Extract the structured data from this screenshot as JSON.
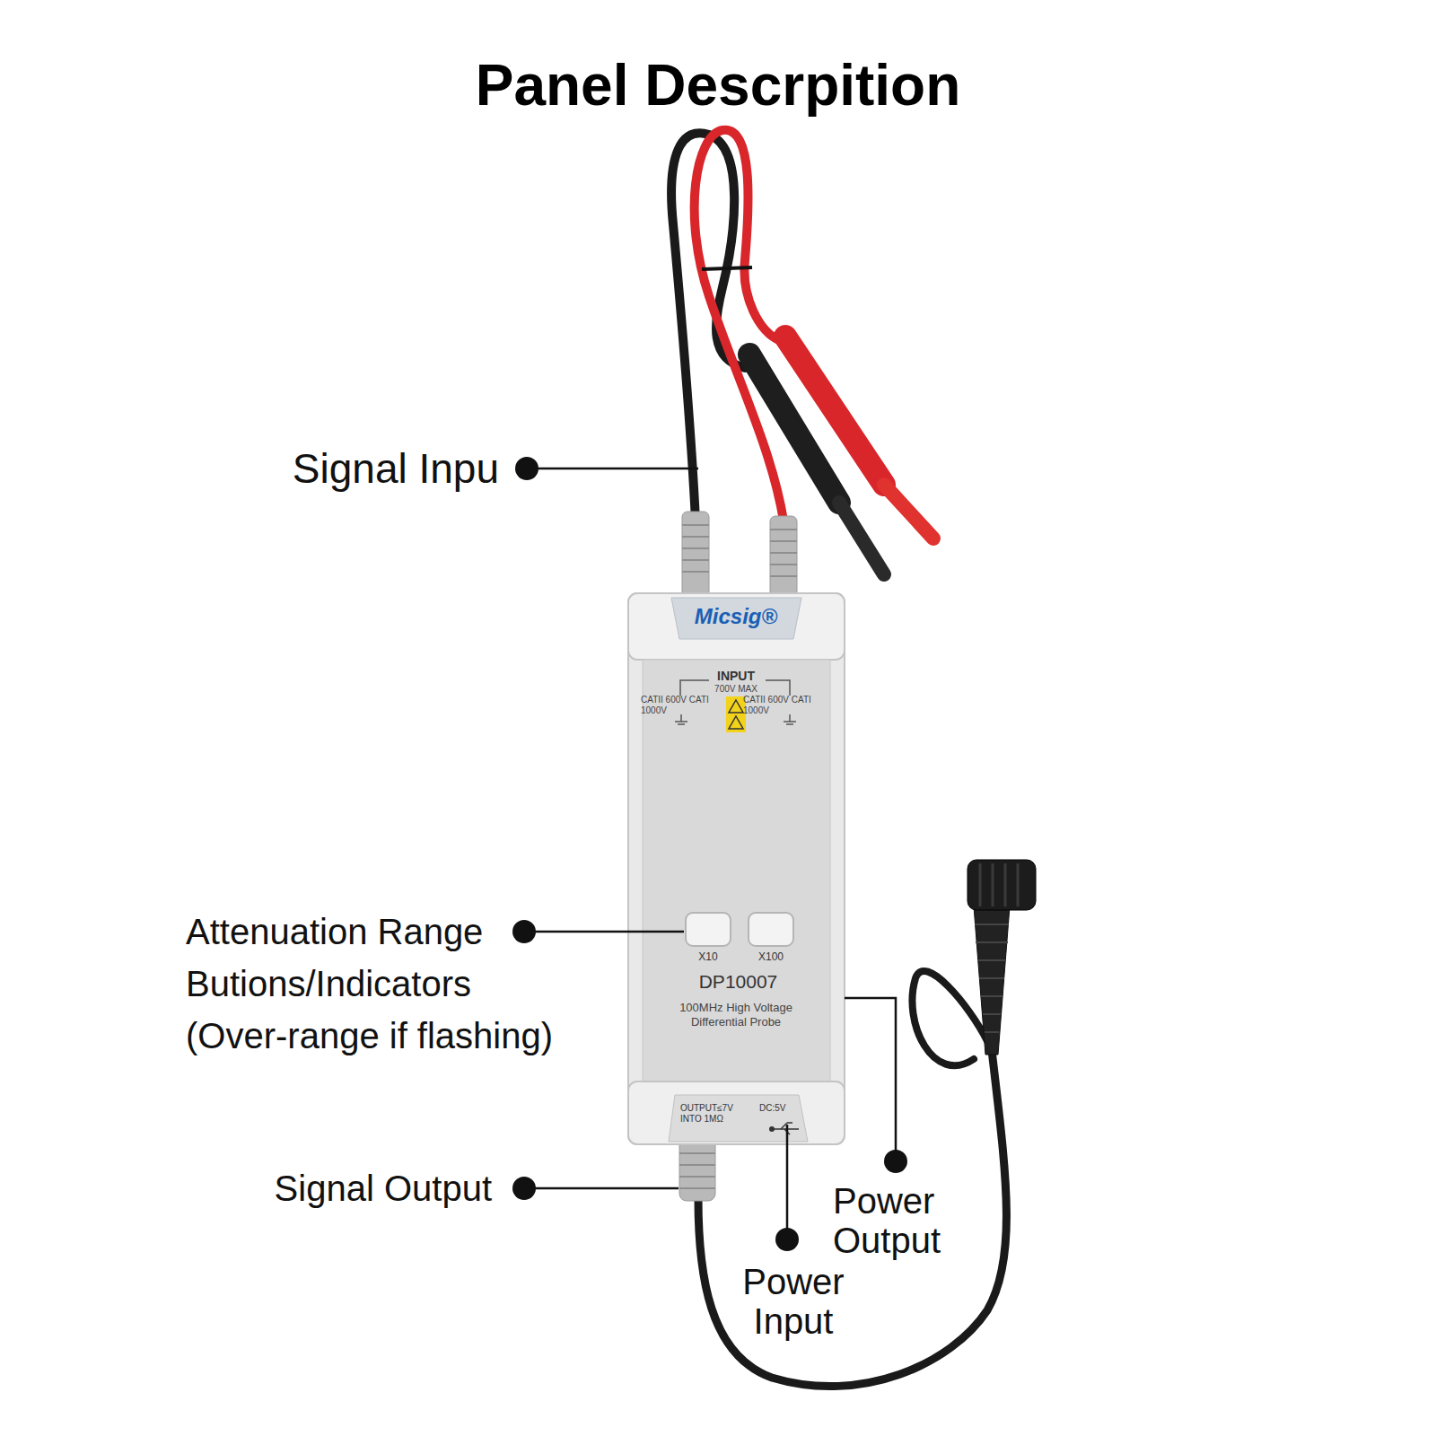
{
  "diagram": {
    "title": "Panel Descrpition",
    "nodes": [
      {
        "text": [
          "Micsig®",
          "INPUT",
          "700V MAX",
          "CATII 600V CATI 1000V",
          "CATII 600V CATI 1000V",
          "X10",
          "X100",
          "DP10007",
          "100MHz High Voltage Differential Probe",
          "OUTPUT≤7V INTO 1MΩ",
          "DC:5V"
        ]
      }
    ],
    "labels": [
      "Signal Inpu",
      "Attenuation Range Butions/Indicators (Over-range if flashing)",
      "Signal Output",
      "Power Output",
      "Power Input"
    ]
  }
}
